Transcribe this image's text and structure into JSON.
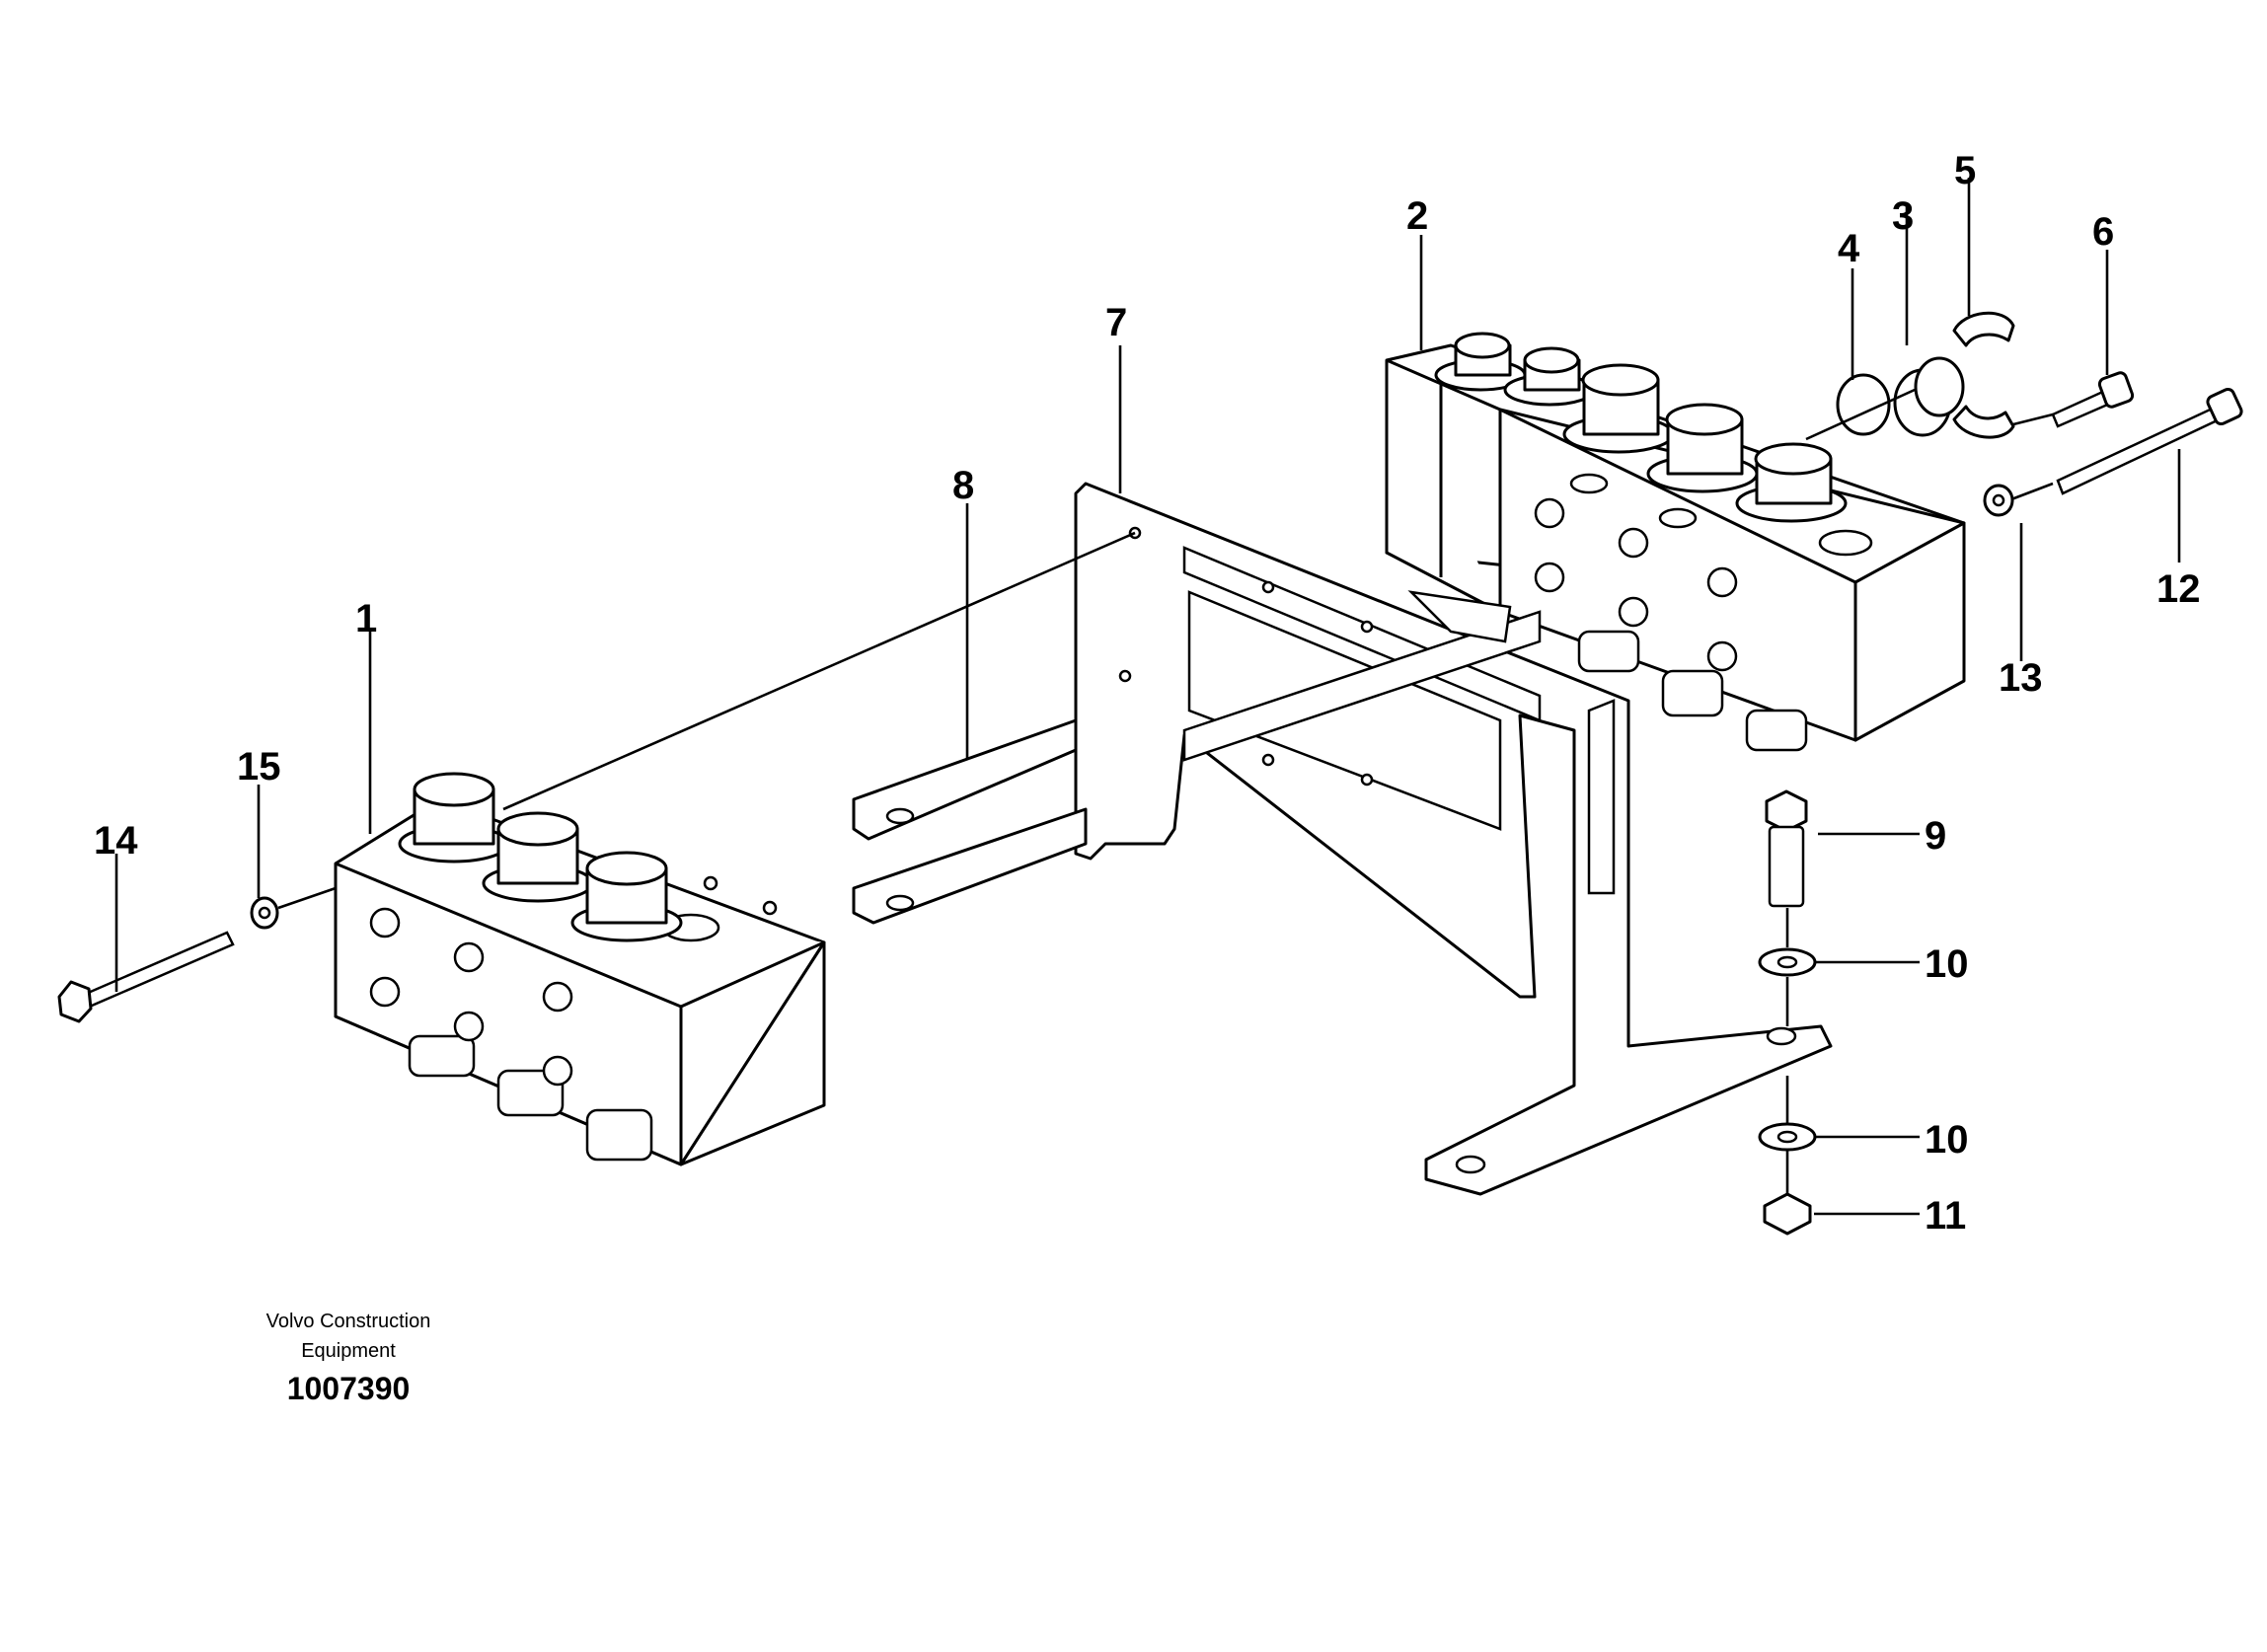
{
  "callouts": {
    "c1": "1",
    "c2": "2",
    "c3": "3",
    "c4": "4",
    "c5": "5",
    "c6": "6",
    "c7": "7",
    "c8": "8",
    "c9": "9",
    "c10a": "10",
    "c10b": "10",
    "c11": "11",
    "c12": "12",
    "c13": "13",
    "c14": "14",
    "c15": "15"
  },
  "footer": {
    "company_line1": "Volvo Construction",
    "company_line2": "Equipment",
    "document_number": "1007390"
  },
  "colors": {
    "ink": "#000000",
    "paper": "#ffffff"
  }
}
